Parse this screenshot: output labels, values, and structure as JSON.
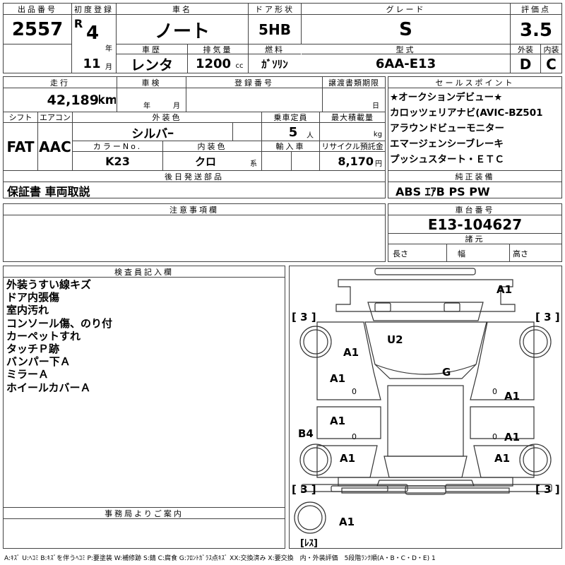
{
  "header": {
    "lot_no_label": "出品番号",
    "lot_no": "2557",
    "first_reg_label": "初度登録",
    "era": "R",
    "year": "4",
    "year_unit": "年",
    "month": "11",
    "month_unit": "月",
    "car_name_label": "車名",
    "car_name": "ノート",
    "door_label": "ドア形状",
    "door": "5HB",
    "grade_label": "グレード",
    "grade": "S",
    "score_label": "評価点",
    "score": "3.5",
    "history_label": "車歴",
    "history": "レンタ",
    "displacement_label": "排気量",
    "displacement": "1200",
    "displacement_unit": "cc",
    "fuel_label": "燃料",
    "fuel": "ｶﾞｿﾘﾝ",
    "model_label": "型式",
    "model": "6AA-E13",
    "exterior_label": "外装",
    "exterior_score": "D",
    "interior_label": "内装",
    "interior_score": "C"
  },
  "row2": {
    "mileage_label": "走行",
    "mileage": "42,189",
    "mileage_unit": "km",
    "inspection_label": "車検",
    "inspection_year_unit": "年",
    "inspection_month_unit": "月",
    "reg_no_label": "登録番号",
    "transfer_label": "譲渡書類期限",
    "transfer_day_unit": "日",
    "shift_label": "シフト",
    "shift": "FAT",
    "ac_label": "エアコン",
    "ac": "AAC",
    "color_label": "外装色",
    "color": "シルバｰ",
    "capacity_label": "乗車定員",
    "capacity": "5",
    "capacity_unit": "人",
    "load_label": "最大積載量",
    "load_unit": "kg",
    "color_no_label": "カラーNo.",
    "color_no": "K23",
    "interior_color_label": "内装色",
    "interior_color": "クロ",
    "interior_color_unit": "系",
    "import_label": "輸入車",
    "recycle_label": "リサイクル預託金",
    "recycle": "8,170",
    "recycle_unit": "円",
    "later_parts_label": "後日発送部品",
    "later_parts": "保証書 車両取説"
  },
  "sales_points": {
    "label": "セールスポイント",
    "items": [
      "★オークションデビュー★",
      "カロッツェリアナビ(AVIC-BZ501",
      "アラウンドビューモニター",
      "エマージェンシーブレーキ",
      "プッシュスタート・ＥＴＣ"
    ]
  },
  "equipment": {
    "label": "純正装備",
    "value": "ABS ｴｱB PS PW"
  },
  "notes": {
    "label": "注意事項欄"
  },
  "chassis": {
    "label": "車台番号",
    "value": "E13-104627",
    "spec_label": "諸元",
    "length_label": "長さ",
    "width_label": "幅",
    "height_label": "高さ"
  },
  "inspector": {
    "label": "検査員記入欄",
    "lines": [
      "外装うすい線キズ",
      "ドア内張傷",
      "室内汚れ",
      "コンソール傷、のり付",
      "カーペットすれ",
      "タッチＰ跡",
      "バンパー下Ａ",
      "ミラーＡ",
      "ホイールカバーＡ"
    ]
  },
  "office": {
    "label": "事務局よりご案内"
  },
  "diagram": {
    "tire_l1": "[ 3 ]",
    "tire_r1": "[ 3 ]",
    "tire_l2": "[ 3 ]",
    "tire_r2": "[ 3 ]",
    "spare": "[ﾚｽ]",
    "a1_front": "A1",
    "u2": "U2",
    "a1_fender_l": "A1",
    "g": "G",
    "a1_door_l1": "A1",
    "zero_l1": "0",
    "zero_r1": "0",
    "a1_door_r1": "A1",
    "a1_door_l2": "A1",
    "zero_l2": "0",
    "zero_r2": "0",
    "b4": "B4",
    "a1_door_r2": "A1",
    "a1_rear_l": "A1",
    "a1_rear_r": "A1",
    "a1_bottom": "A1"
  },
  "legend": "A:ｷｽﾞ U:ﾍｺﾐ B:ｷｽﾞを伴うﾍｺﾐ P:要塗装 W:補修跡 S:錆 C:腐食 G:ﾌﾛﾝﾄｶﾞﾗｽ点ｷｽﾞ XX:交換済み X:要交換　内・外装評価　5段階ﾗﾝｸ順(A・B・C・D・E) 1"
}
